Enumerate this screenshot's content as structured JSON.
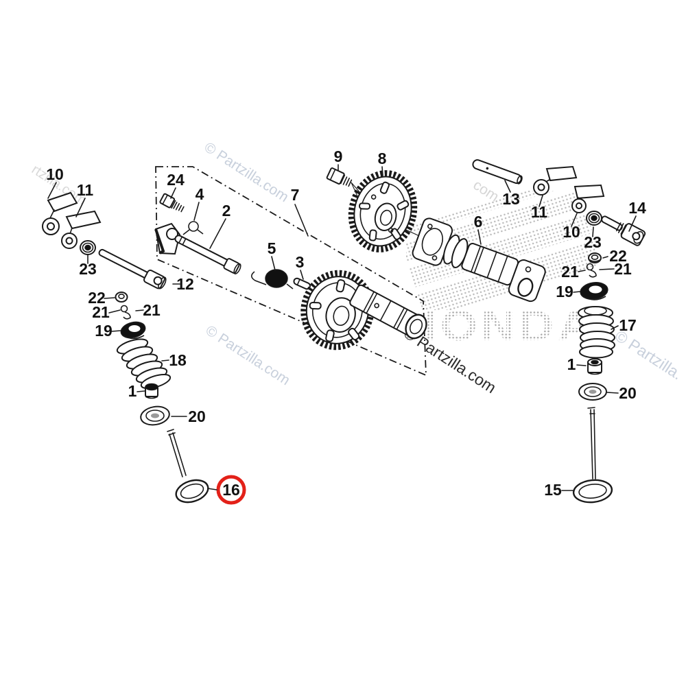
{
  "diagram": {
    "type": "exploded-parts-diagram",
    "subject": "camshaft-and-valve-assembly",
    "callouts": [
      {
        "text": "10",
        "side": "left"
      },
      {
        "text": "11",
        "side": "left"
      },
      {
        "text": "23",
        "side": "left"
      },
      {
        "text": "12",
        "side": "left"
      },
      {
        "text": "22",
        "side": "left"
      },
      {
        "text": "21",
        "side": "left-outer"
      },
      {
        "text": "21",
        "side": "left-inner"
      },
      {
        "text": "19",
        "side": "left"
      },
      {
        "text": "18",
        "side": "left"
      },
      {
        "text": "1",
        "side": "left"
      },
      {
        "text": "20",
        "side": "left"
      },
      {
        "text": "16",
        "side": "left",
        "highlighted": true
      },
      {
        "text": "24",
        "side": "center"
      },
      {
        "text": "4",
        "side": "center"
      },
      {
        "text": "2",
        "side": "center"
      },
      {
        "text": "5",
        "side": "center"
      },
      {
        "text": "3",
        "side": "center"
      },
      {
        "text": "7",
        "side": "center"
      },
      {
        "text": "9",
        "side": "center"
      },
      {
        "text": "8",
        "side": "center"
      },
      {
        "text": "6",
        "side": "right"
      },
      {
        "text": "13",
        "side": "right"
      },
      {
        "text": "11",
        "side": "right"
      },
      {
        "text": "10",
        "side": "right"
      },
      {
        "text": "23",
        "side": "right"
      },
      {
        "text": "14",
        "side": "right"
      },
      {
        "text": "22",
        "side": "right"
      },
      {
        "text": "21",
        "side": "right-outer"
      },
      {
        "text": "21",
        "side": "right-inner"
      },
      {
        "text": "19",
        "side": "right"
      },
      {
        "text": "17",
        "side": "right"
      },
      {
        "text": "1",
        "side": "right"
      },
      {
        "text": "20",
        "side": "right"
      },
      {
        "text": "15",
        "side": "right"
      }
    ],
    "highlighted_callout": {
      "text": "16",
      "ring_color": "#e32119"
    }
  },
  "watermarks": {
    "top_left_partial": "rtzilla.com",
    "top_center": "© Partzilla.com",
    "top_right_partial": "com",
    "mid_left": "© Partzilla.com",
    "center": "© Partzilla.com",
    "right_partial": "© Partzilla.",
    "honda_halftone_text": "HONDA"
  },
  "colors": {
    "background": "#ffffff",
    "line": "#1a1a1a",
    "highlight_red": "#e32119",
    "watermark_blue": "#c8d0dc",
    "watermark_gray": "#d9d9d9",
    "halftone_gray": "#bdbdbd"
  }
}
